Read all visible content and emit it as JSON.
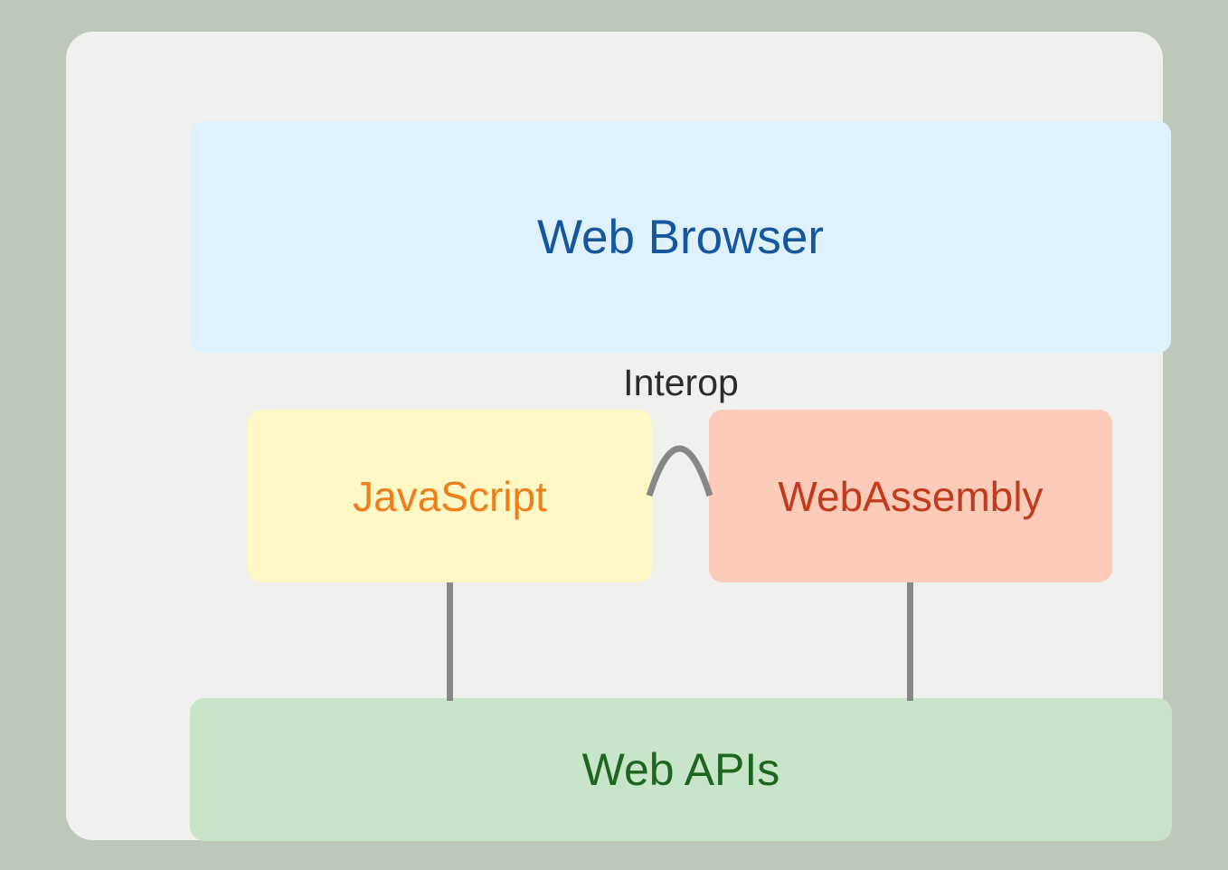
{
  "diagram": {
    "browser_box": {
      "label": "Web Browser",
      "bg_color": "#def1fc",
      "text_color": "#15579f"
    },
    "interop_label": "Interop",
    "javascript_box": {
      "label": "JavaScript",
      "bg_color": "#fdf8c5",
      "text_color": "#f07e1a"
    },
    "webassembly_box": {
      "label": "WebAssembly",
      "bg_color": "#fccbba",
      "text_color": "#c33b1d"
    },
    "webapis_box": {
      "label": "Web APIs",
      "bg_color": "#c8e5c9",
      "text_color": "#1c661f"
    },
    "colors": {
      "page_background": "#bdc8ba",
      "panel_background": "#f0f0ef",
      "connector_gray": "#878787",
      "interop_text": "#2b2b2b"
    }
  }
}
